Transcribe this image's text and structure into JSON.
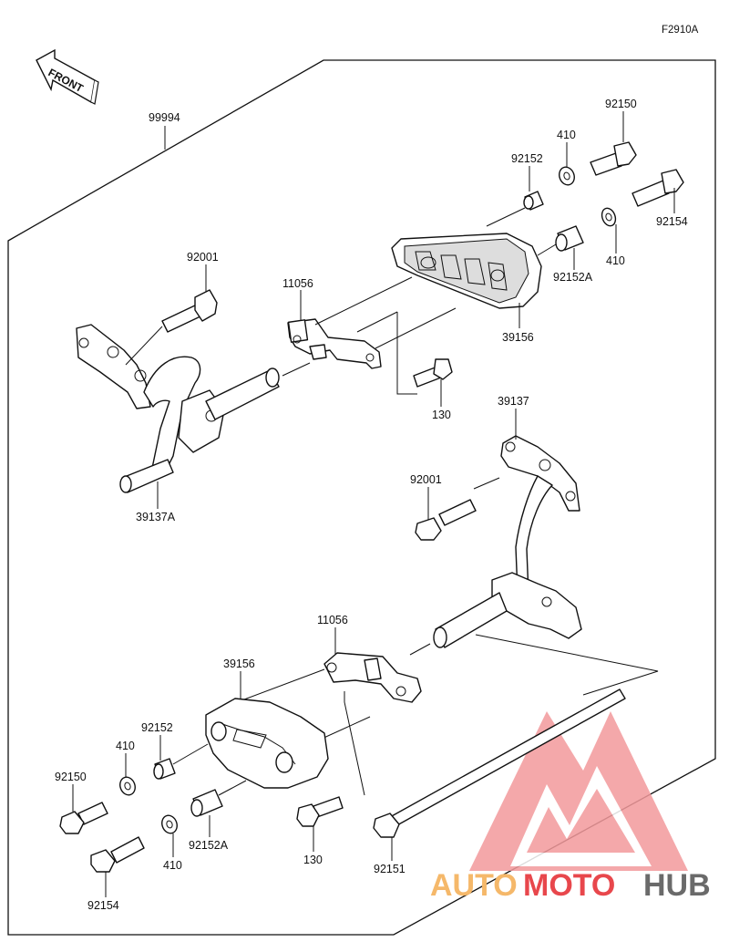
{
  "figure_code": "F2910A",
  "front_label": "FRONT",
  "watermark": {
    "part1": "AUTO",
    "part2": "MOTO",
    "part3": "HUB",
    "color_light": "#f5b86a",
    "color_red": "#e8474c",
    "color_grey": "#6a6a6a"
  },
  "callouts": {
    "kit": "99994",
    "top": {
      "bolt_92150": "92150",
      "washer_410_a": "410",
      "collar_92152": "92152",
      "bolt_92154": "92154",
      "washer_410_b": "410",
      "collar_92152A": "92152A",
      "slider_39156": "39156",
      "bolt_92001": "92001",
      "bracket_11056": "11056",
      "bolt_130": "130",
      "step_39137A": "39137A"
    },
    "bottom": {
      "step_39137": "39137",
      "bolt_92001": "92001",
      "bracket_11056": "11056",
      "slider_39156": "39156",
      "collar_92152": "92152",
      "washer_410_a": "410",
      "bolt_92150": "92150",
      "bolt_92154": "92154",
      "washer_410_b": "410",
      "collar_92152A": "92152A",
      "bolt_130": "130",
      "long_bolt_92151": "92151"
    }
  }
}
